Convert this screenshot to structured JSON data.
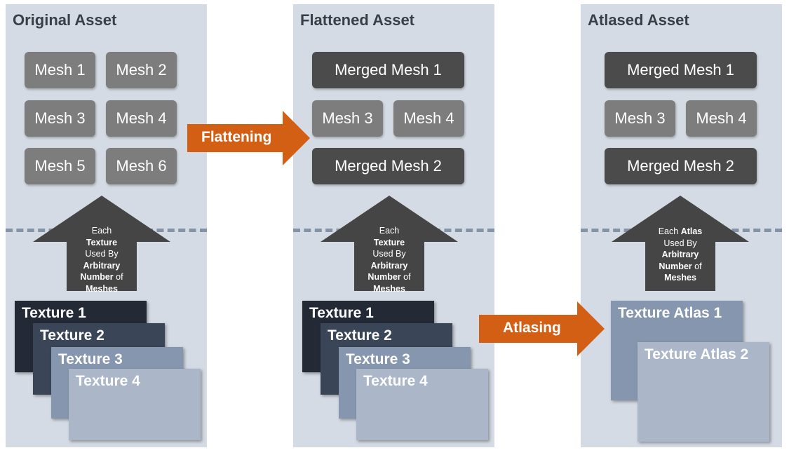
{
  "colors": {
    "panel_bg": "#d5dbe4",
    "mesh_light": "#7d7d7d",
    "mesh_dark": "#4b4b4b",
    "arrow_orange": "#d35f14",
    "arrow_up": "#454545",
    "divider": "#8593a7"
  },
  "panels": [
    {
      "title": "Original Asset",
      "meshes": [
        "Mesh 1",
        "Mesh 2",
        "Mesh 3",
        "Mesh 4",
        "Mesh 5",
        "Mesh 6"
      ],
      "up_arrow": {
        "l1": "Each",
        "l2": "Texture",
        "l3": "Used By",
        "l4": "Arbitrary",
        "l5a": "Number",
        "l5b": " of",
        "l6": "Meshes"
      },
      "textures": [
        "Texture 1",
        "Texture 2",
        "Texture 3",
        "Texture 4"
      ]
    },
    {
      "title": "Flattened Asset",
      "meshes": [
        "Merged Mesh 1",
        "Mesh 3",
        "Mesh 4",
        "Merged Mesh 2"
      ],
      "up_arrow": {
        "l1": "Each",
        "l2": "Texture",
        "l3": "Used By",
        "l4": "Arbitrary",
        "l5a": "Number",
        "l5b": " of",
        "l6": "Meshes"
      },
      "textures": [
        "Texture 1",
        "Texture 2",
        "Texture 3",
        "Texture 4"
      ]
    },
    {
      "title": "Atlased Asset",
      "meshes": [
        "Merged Mesh 1",
        "Mesh 3",
        "Mesh 4",
        "Merged Mesh 2"
      ],
      "up_arrow": {
        "l1a": "Each ",
        "l1b": "Atlas",
        "l2": "Used By",
        "l3": "Arbitrary",
        "l4a": "Number",
        "l4b": " of",
        "l5": "Meshes"
      },
      "textures": [
        "Texture Atlas 1",
        "Texture Atlas 2"
      ]
    }
  ],
  "arrows": {
    "flattening": "Flattening",
    "atlasing": "Atlasing"
  }
}
